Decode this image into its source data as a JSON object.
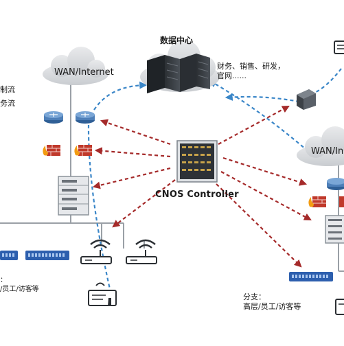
{
  "labels": {
    "datacenter": "数据中心",
    "datacenter_services_line1": "财务、销售、研发，",
    "datacenter_services_line2": "官网......",
    "controller": "CNOS Controller",
    "wan_left": "WAN/Internet",
    "wan_right": "WAN/In",
    "left_flow_line1": "制流",
    "left_flow_line2": "务流",
    "left_users_line1": "：",
    "left_users_line2": "/员工/访客等",
    "branch_line1": "分支：",
    "branch_line2": "高层/员工/访客等"
  },
  "icons": [
    "cloud-icon",
    "server-rack-icon",
    "router-icon",
    "firewall-icon",
    "network-switch-icon",
    "wireless-ap-icon",
    "touch-terminal-icon",
    "gateway-box-icon"
  ],
  "colors": {
    "tunnel_blue": "#3a86c8",
    "control_red": "#a52a2a",
    "cloud_gray": "#d7d9dc",
    "switch_blue": "#2d5fae",
    "router_blue": "#4e7fb8",
    "firewall_red": "#c0392b"
  }
}
